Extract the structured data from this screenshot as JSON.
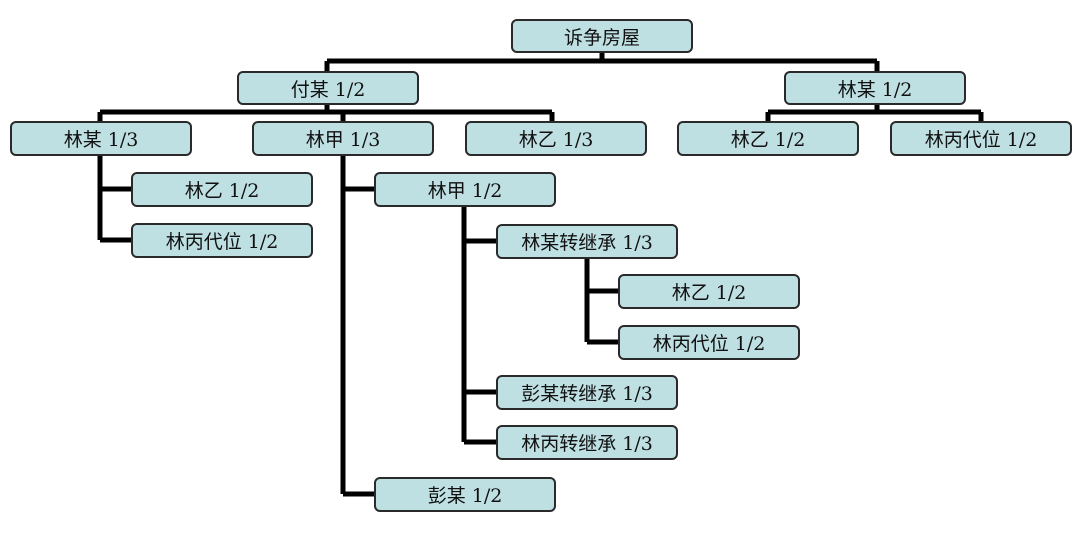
{
  "colors": {
    "node_fill": "#bfe0e3",
    "node_border": "#2a2a2a",
    "line": "#000000"
  },
  "nodes": {
    "root": "诉争房屋",
    "fu": "付某 1/2",
    "lin_right": "林某 1/2",
    "lin_yi_right": "林乙 1/2",
    "lin_bing_right": "林丙代位 1/2",
    "lin_mou_third": "林某 1/3",
    "lin_jia_third": "林甲 1/3",
    "lin_yi_third": "林乙 1/3",
    "lin_yi_under_linmou": "林乙 1/2",
    "lin_bing_under_linmou": "林丙代位 1/2",
    "lin_jia_half": "林甲 1/2",
    "peng_half": "彭某 1/2",
    "linmou_transfer": "林某转继承 1/3",
    "lin_yi_under_transfer": "林乙 1/2",
    "lin_bing_under_transfer": "林丙代位 1/2",
    "peng_transfer": "彭某转继承 1/3",
    "lin_bing_transfer": "林丙转继承 1/3"
  }
}
